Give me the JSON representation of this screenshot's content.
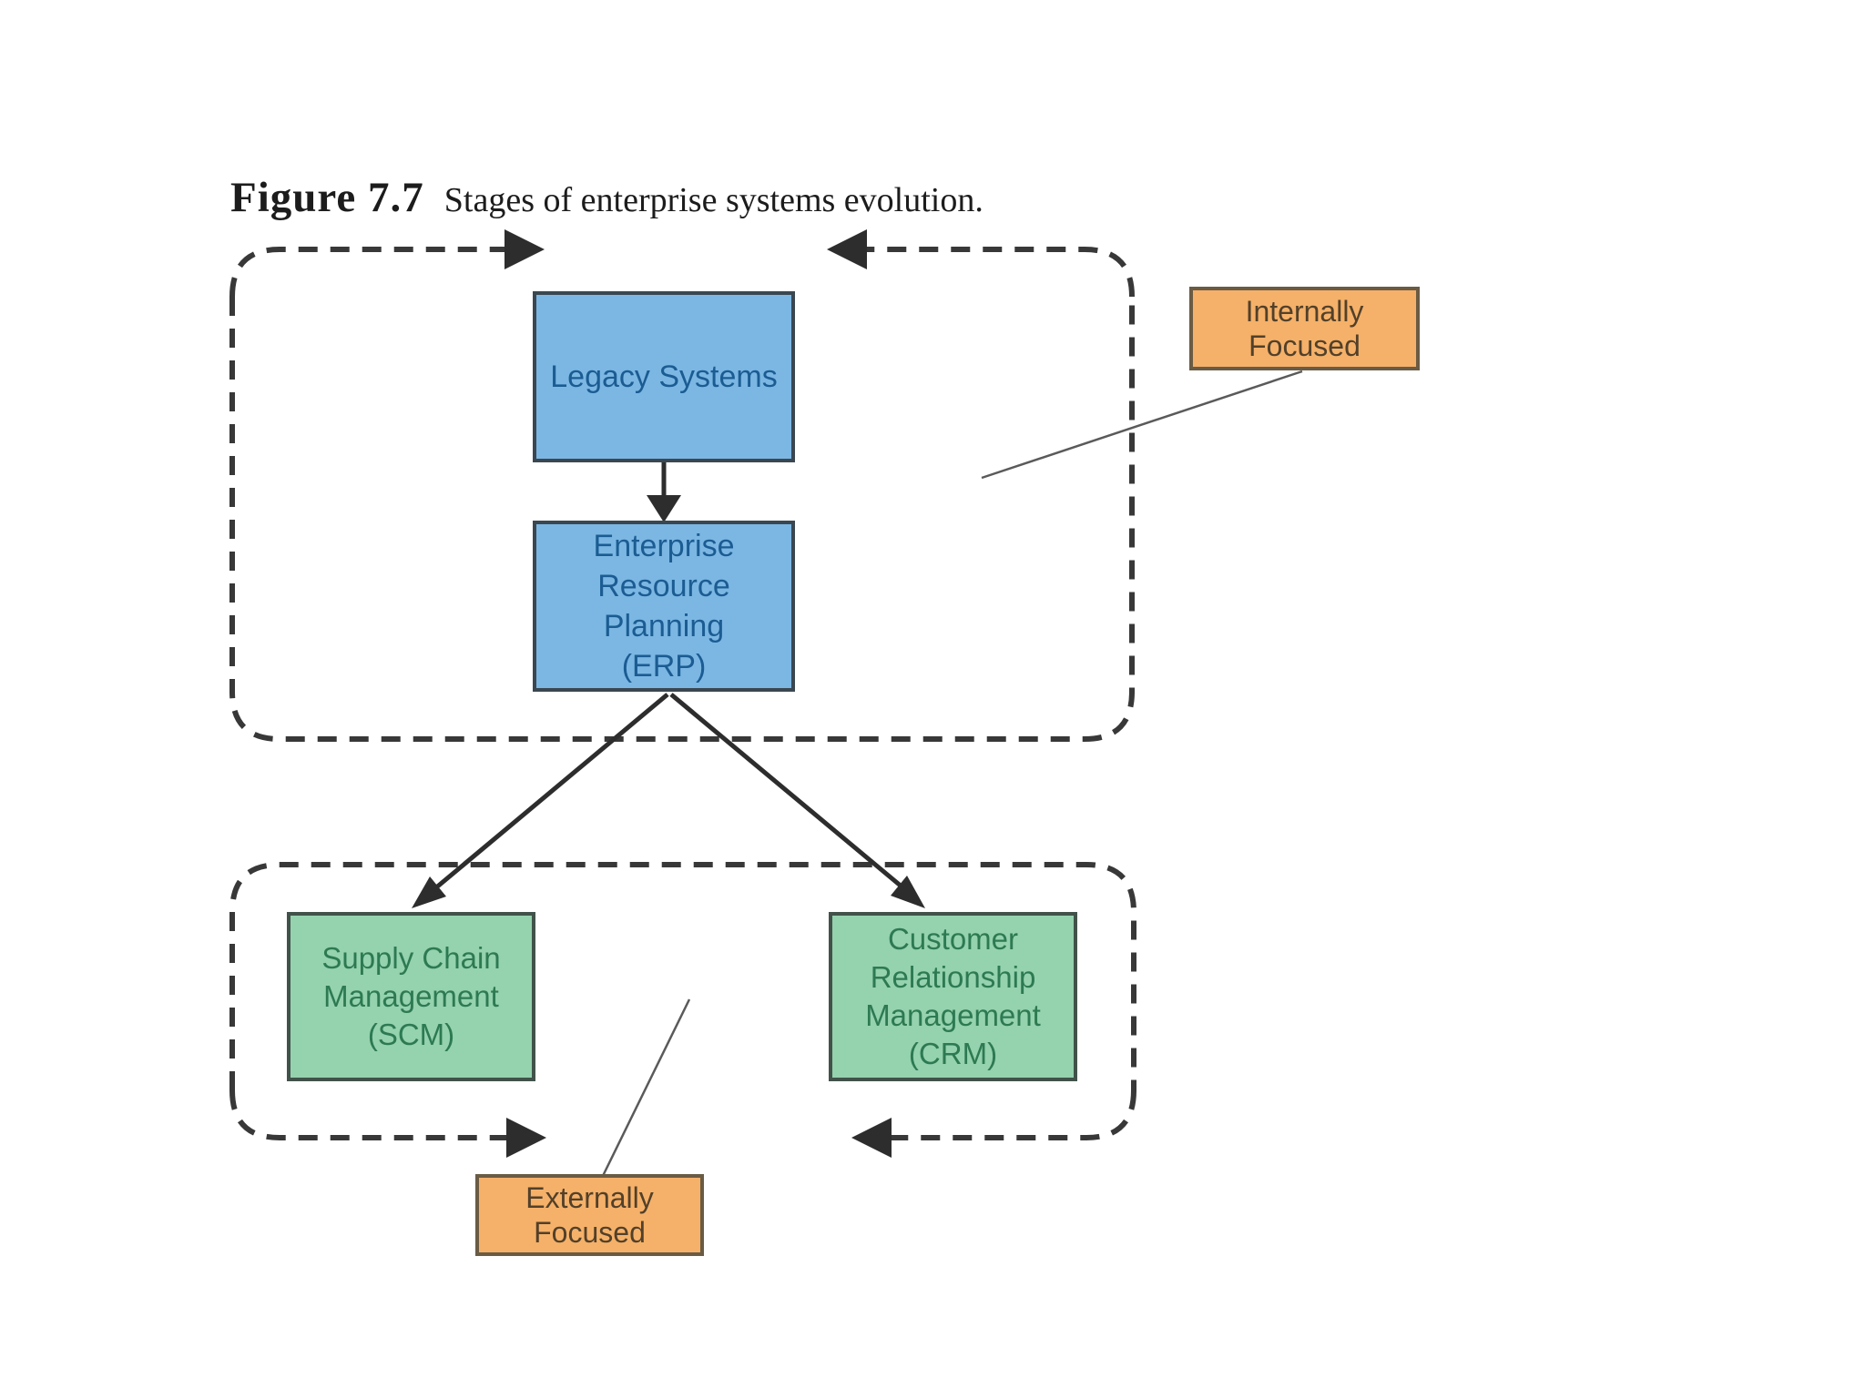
{
  "figure": {
    "label": "Figure 7.7",
    "caption": "Stages of enterprise systems evolution."
  },
  "nodes": {
    "legacy": {
      "lines": [
        "Legacy Systems"
      ]
    },
    "erp": {
      "lines": [
        "Enterprise",
        "Resource",
        "Planning",
        "(ERP)"
      ]
    },
    "scm": {
      "lines": [
        "Supply Chain",
        "Management",
        "(SCM)"
      ]
    },
    "crm": {
      "lines": [
        "Customer",
        "Relationship",
        "Management",
        "(CRM)"
      ]
    },
    "internally": {
      "lines": [
        "Internally",
        "Focused"
      ]
    },
    "externally": {
      "lines": [
        "Externally",
        "Focused"
      ]
    }
  },
  "edges": [
    {
      "from": "Legacy Systems",
      "to": "Enterprise Resource Planning (ERP)"
    },
    {
      "from": "Enterprise Resource Planning (ERP)",
      "to": "Supply Chain Management (SCM)"
    },
    {
      "from": "Enterprise Resource Planning (ERP)",
      "to": "Customer Relationship Management (CRM)"
    },
    {
      "from": "Internally Focused",
      "to": "internal systems region (dashed)"
    },
    {
      "from": "Externally Focused",
      "to": "external systems region (dashed)"
    }
  ],
  "colors": {
    "box_blue": "#7cb7e4",
    "box_blue_text": "#1b5c92",
    "box_green": "#95d2ae",
    "box_green_text": "#2d7a52",
    "box_orange": "#f5b169",
    "box_orange_text": "#52402a",
    "dashed_boundary": "#383838",
    "solid_arrow": "#2d2d2d",
    "background": "#ffffff"
  }
}
